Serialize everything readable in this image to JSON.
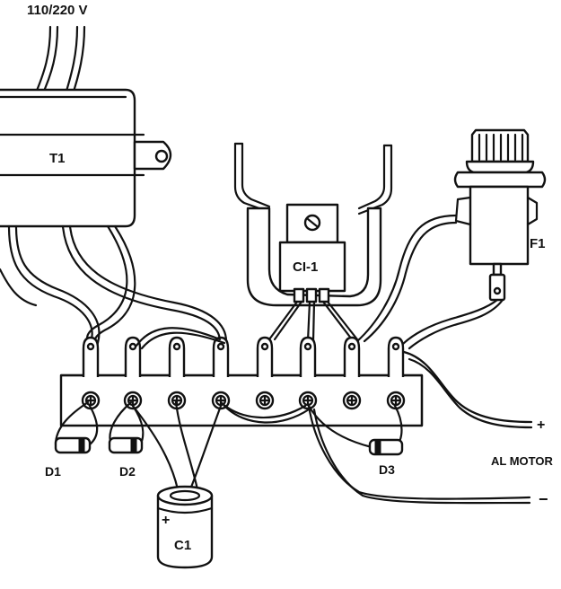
{
  "labels": {
    "supply": "110/220 V",
    "transformer": "T1",
    "regulator": "CI-1",
    "fuse": "F1",
    "diode1": "D1",
    "diode2": "D2",
    "diode3": "D3",
    "capacitor": "C1",
    "cap_polarity": "+",
    "motor": "AL MOTOR",
    "motor_plus": "+",
    "motor_minus": "−"
  },
  "colors": {
    "ink": "#111111",
    "paper": "#ffffff"
  }
}
